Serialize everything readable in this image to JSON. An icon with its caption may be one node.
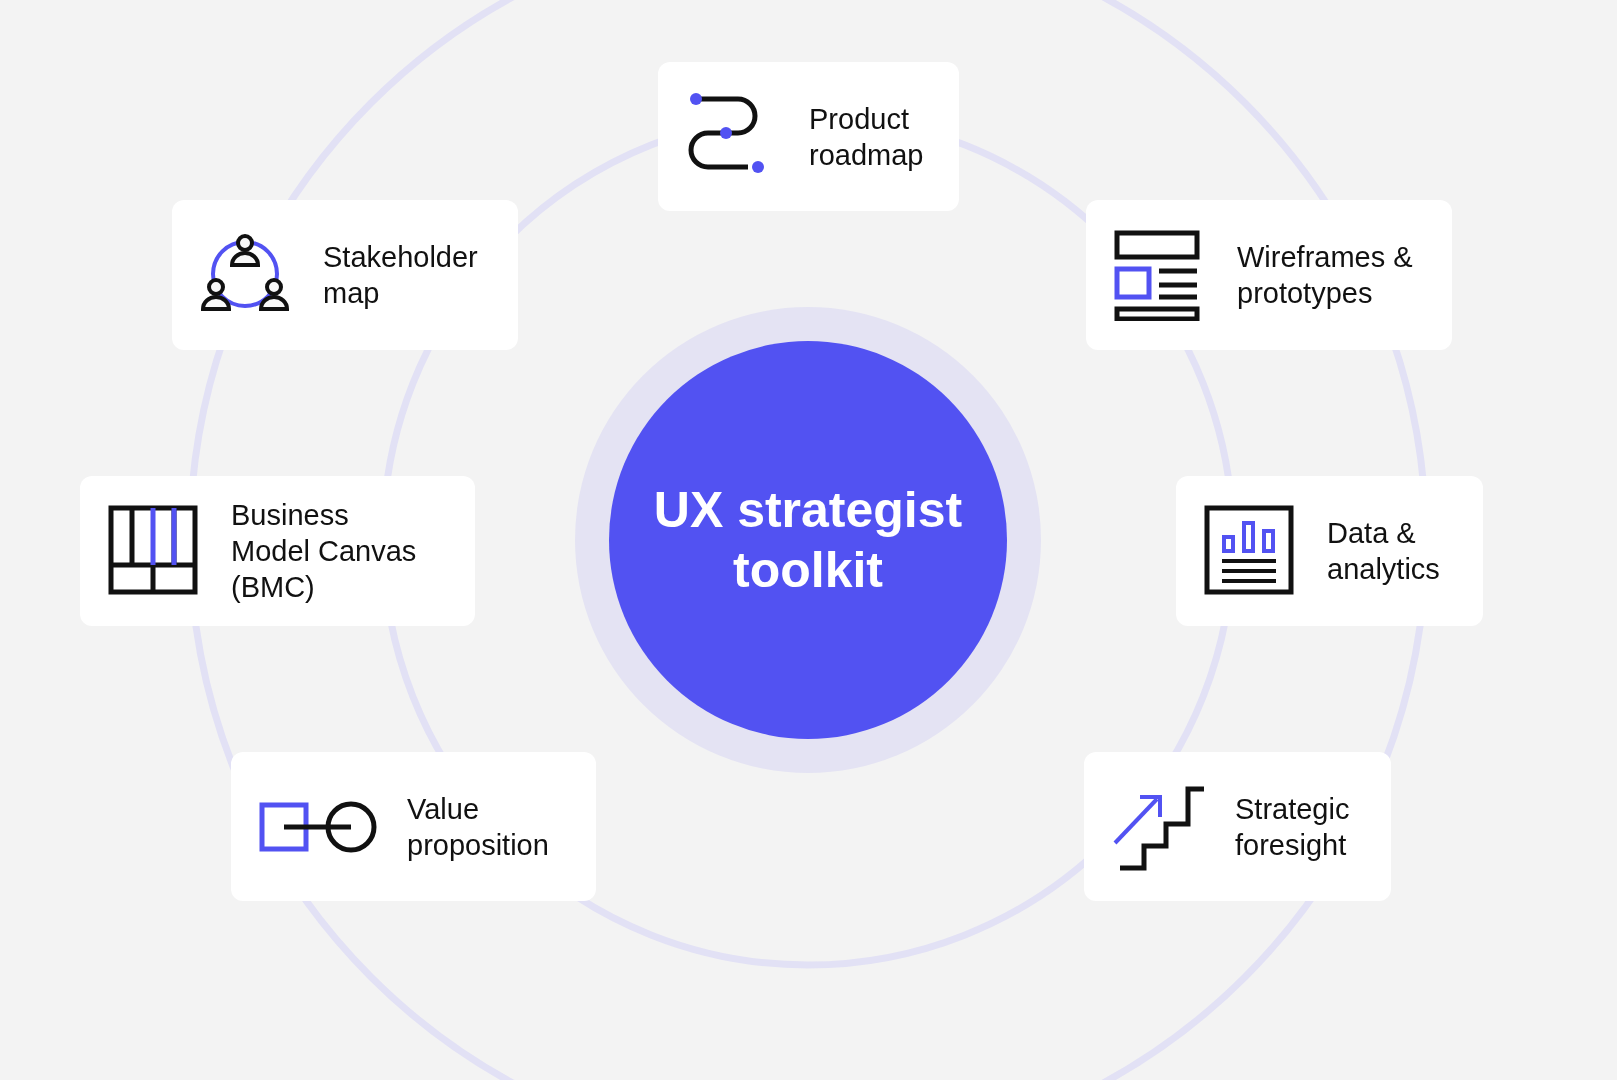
{
  "diagram": {
    "nodes": [
      {
        "text": [
          "UX strategist toolkit"
        ]
      },
      {
        "text": [
          "Product roadmap"
        ]
      },
      {
        "text": [
          "Stakeholder map"
        ]
      },
      {
        "text": [
          "Wireframes & prototypes"
        ]
      },
      {
        "text": [
          "Business Model Canvas (BMC)"
        ]
      },
      {
        "text": [
          "Data & analytics"
        ]
      },
      {
        "text": [
          "Value proposition"
        ]
      },
      {
        "text": [
          "Strategic foresight"
        ]
      }
    ],
    "edges": []
  }
}
